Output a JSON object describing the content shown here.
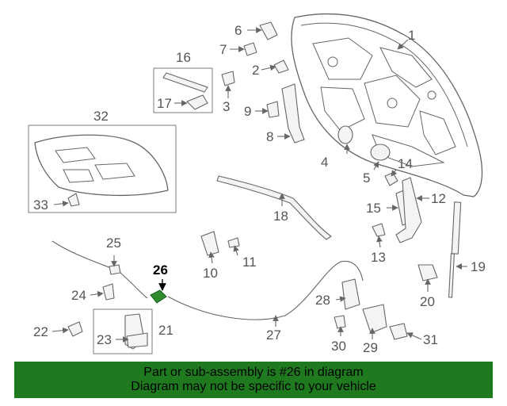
{
  "highlight_color": "#2e8b2e",
  "banner": {
    "line1": "Part or sub-assembly is #26 in diagram",
    "line2": "Diagram may not be specific to your vehicle",
    "color": "#1f7a1f"
  },
  "callouts": [
    {
      "id": "c1",
      "label": "1"
    },
    {
      "id": "c2",
      "label": "2"
    },
    {
      "id": "c3",
      "label": "3"
    },
    {
      "id": "c4",
      "label": "4"
    },
    {
      "id": "c5",
      "label": "5"
    },
    {
      "id": "c6",
      "label": "6"
    },
    {
      "id": "c7",
      "label": "7"
    },
    {
      "id": "c8",
      "label": "8"
    },
    {
      "id": "c9",
      "label": "9"
    },
    {
      "id": "c10",
      "label": "10"
    },
    {
      "id": "c11",
      "label": "11"
    },
    {
      "id": "c12",
      "label": "12"
    },
    {
      "id": "c13",
      "label": "13"
    },
    {
      "id": "c14",
      "label": "14"
    },
    {
      "id": "c15",
      "label": "15"
    },
    {
      "id": "c16",
      "label": "16"
    },
    {
      "id": "c17",
      "label": "17"
    },
    {
      "id": "c18",
      "label": "18"
    },
    {
      "id": "c19",
      "label": "19"
    },
    {
      "id": "c20",
      "label": "20"
    },
    {
      "id": "c21",
      "label": "21"
    },
    {
      "id": "c22",
      "label": "22"
    },
    {
      "id": "c23",
      "label": "23"
    },
    {
      "id": "c24",
      "label": "24"
    },
    {
      "id": "c25",
      "label": "25"
    },
    {
      "id": "c26",
      "label": "26"
    },
    {
      "id": "c27",
      "label": "27"
    },
    {
      "id": "c28",
      "label": "28"
    },
    {
      "id": "c29",
      "label": "29"
    },
    {
      "id": "c30",
      "label": "30"
    },
    {
      "id": "c31",
      "label": "31"
    },
    {
      "id": "c32",
      "label": "32"
    },
    {
      "id": "c33",
      "label": "33"
    }
  ]
}
